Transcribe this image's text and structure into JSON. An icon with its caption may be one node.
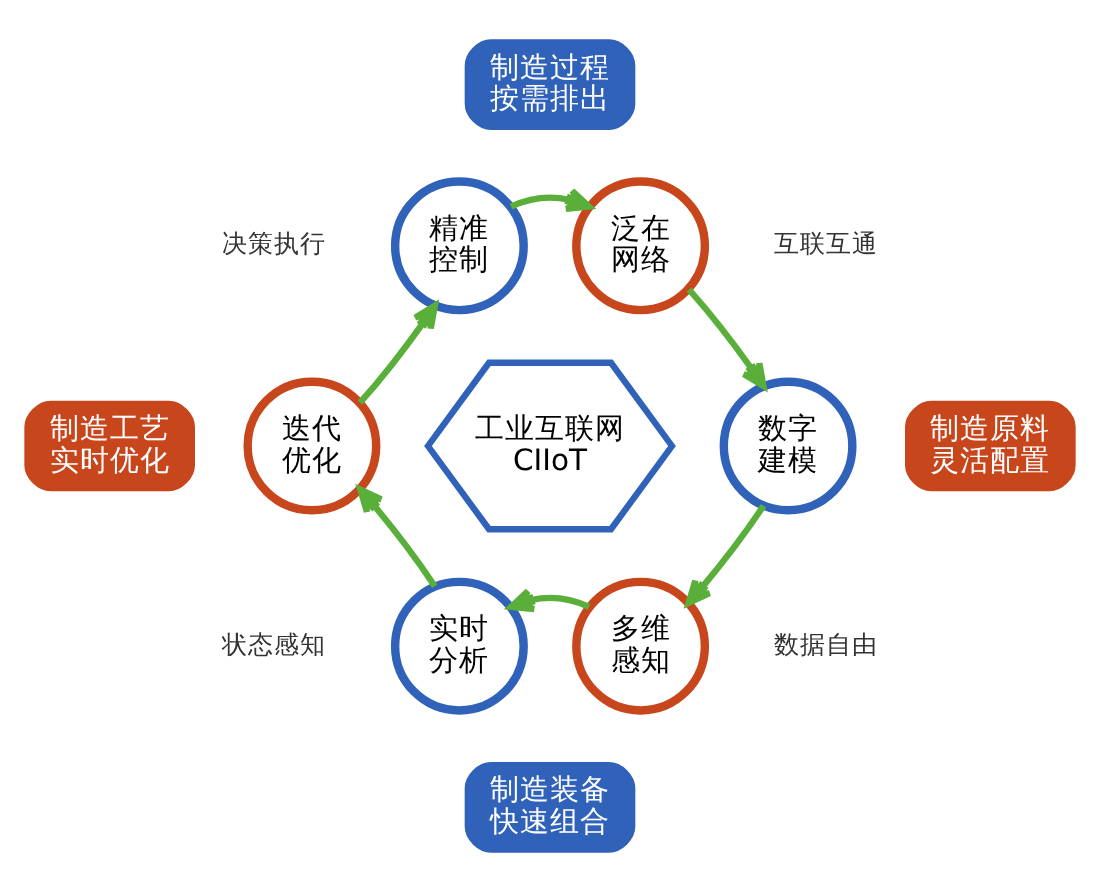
{
  "diagram": {
    "nodes": [
      {
        "text": [
          "制造过程按需排出"
        ]
      },
      {
        "text": [
          "精准控制"
        ]
      },
      {
        "text": [
          "泛在网络"
        ]
      },
      {
        "text": [
          "制造工艺实时优化"
        ]
      },
      {
        "text": [
          "迭代优化"
        ]
      },
      {
        "text": [
          "工业互联网",
          "CIIoT"
        ]
      },
      {
        "text": [
          "数字建模"
        ]
      },
      {
        "text": [
          "制造原料灵活配置"
        ]
      },
      {
        "text": [
          "实时分析"
        ]
      },
      {
        "text": [
          "多维感知"
        ]
      },
      {
        "text": [
          "制造装备快速组合"
        ]
      }
    ],
    "edges": [
      {
        "from": 1,
        "to": 2,
        "arrow": "to"
      },
      {
        "from": 2,
        "to": 6,
        "arrow": "to"
      },
      {
        "from": 6,
        "to": 9,
        "arrow": "to"
      },
      {
        "from": 9,
        "to": 8,
        "arrow": "to"
      },
      {
        "from": 8,
        "to": 4,
        "arrow": "to"
      },
      {
        "from": 4,
        "to": 1,
        "arrow": "to"
      }
    ],
    "labels": [
      "决策执行",
      "互联互通",
      "状态感知",
      "数据自由"
    ]
  }
}
